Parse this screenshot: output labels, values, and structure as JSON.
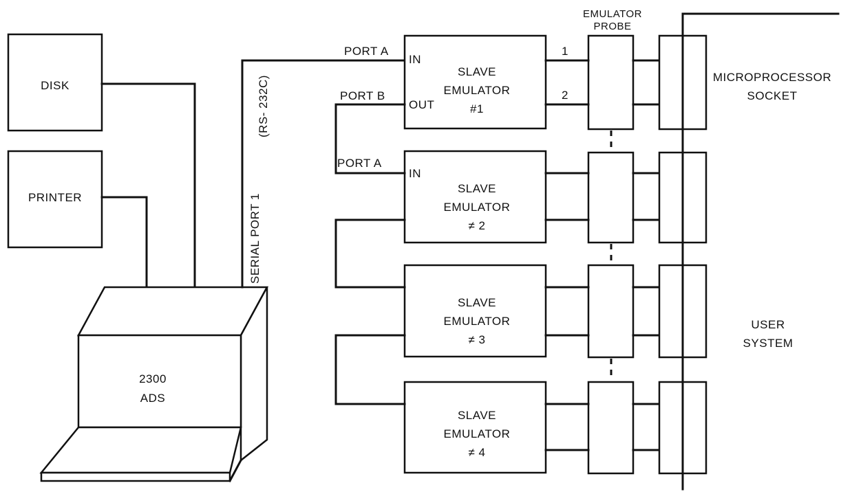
{
  "labels": {
    "disk": "DISK",
    "printer": "PRINTER",
    "ads_line1": "2300",
    "ads_line2": "ADS",
    "serial_port": "SERIAL PORT 1",
    "rs232": "(RS- 232C)",
    "port_a": "PORT A",
    "port_b": "PORT B",
    "in": "IN",
    "out": "OUT",
    "channel_1": "1",
    "channel_2": "2",
    "emulator_probe_line1": "EMULATOR",
    "emulator_probe_line2": "PROBE",
    "socket_line1": "MICROPROCESSOR",
    "socket_line2": "SOCKET",
    "user_system_line1": "USER",
    "user_system_line2": "SYSTEM"
  },
  "slaves": [
    {
      "line1": "SLAVE",
      "line2": "EMULATOR",
      "num": "#1"
    },
    {
      "line1": "SLAVE",
      "line2": "EMULATOR",
      "num": "≠ 2"
    },
    {
      "line1": "SLAVE",
      "line2": "EMULATOR",
      "num": "≠ 3"
    },
    {
      "line1": "SLAVE",
      "line2": "EMULATOR",
      "num": "≠ 4"
    }
  ]
}
